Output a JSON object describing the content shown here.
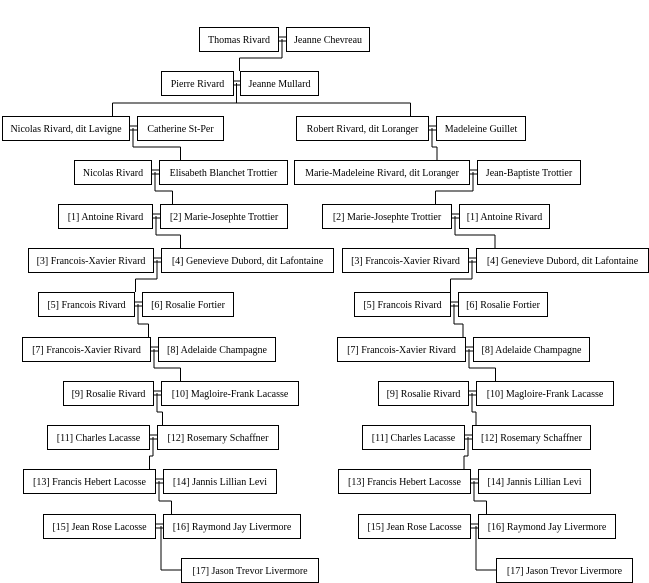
{
  "couples": {
    "thomas": {
      "a": "Thomas Rivard",
      "b": "Jeanne Chevreau"
    },
    "pierre": {
      "a": "Pierre Rivard",
      "b": "Jeanne Mullard"
    },
    "nicolas_lavigne": {
      "a": "Nicolas Rivard, dit Lavigne",
      "b": "Catherine St-Per"
    },
    "robert_loranger": {
      "a": "Robert Rivard, dit Loranger",
      "b": "Madeleine Guillet"
    },
    "nicolas": {
      "a": "Nicolas Rivard",
      "b": "Elisabeth Blanchet Trottier"
    },
    "marie_madeleine": {
      "a": "Marie-Madeleine Rivard, dit Loranger",
      "b": "Jean-Baptiste Trottier"
    },
    "l_antoine": {
      "a": "[1] Antoine Rivard",
      "b": "[2] Marie-Josephte Trottier"
    },
    "r_marie_josephte": {
      "a": "[2] Marie-Josephte Trottier",
      "b": "[1] Antoine Rivard"
    },
    "l_fx1": {
      "a": "[3] Francois-Xavier Rivard",
      "b": "[4] Genevieve Dubord, dit Lafontaine"
    },
    "r_fx1": {
      "a": "[3] Francois-Xavier Rivard",
      "b": "[4] Genevieve Dubord, dit Lafontaine"
    },
    "l_francois": {
      "a": "[5] Francois Rivard",
      "b": "[6] Rosalie Fortier"
    },
    "r_francois": {
      "a": "[5] Francois Rivard",
      "b": "[6] Rosalie Fortier"
    },
    "l_fx2": {
      "a": "[7] Francois-Xavier Rivard",
      "b": "[8] Adelaide Champagne"
    },
    "r_fx2": {
      "a": "[7] Francois-Xavier Rivard",
      "b": "[8] Adelaide Champagne"
    },
    "l_rosalie": {
      "a": "[9] Rosalie Rivard",
      "b": "[10] Magloire-Frank Lacasse"
    },
    "r_rosalie": {
      "a": "[9] Rosalie Rivard",
      "b": "[10] Magloire-Frank Lacasse"
    },
    "l_charles": {
      "a": "[11] Charles Lacasse",
      "b": "[12] Rosemary Schaffner"
    },
    "r_charles": {
      "a": "[11] Charles Lacasse",
      "b": "[12] Rosemary Schaffner"
    },
    "l_francis": {
      "a": "[13] Francis Hebert Lacosse",
      "b": "[14] Jannis Lillian Levi"
    },
    "r_francis": {
      "a": "[13] Francis Hebert Lacosse",
      "b": "[14] Jannis Lillian Levi"
    },
    "l_jean": {
      "a": "[15] Jean Rose Lacosse",
      "b": "[16] Raymond Jay Livermore"
    },
    "r_jean": {
      "a": "[15] Jean Rose Lacosse",
      "b": "[16] Raymond Jay Livermore"
    }
  },
  "children": {
    "l_jason": "[17] Jason Trevor Livermore",
    "r_jason": "[17] Jason Trevor Livermore"
  }
}
